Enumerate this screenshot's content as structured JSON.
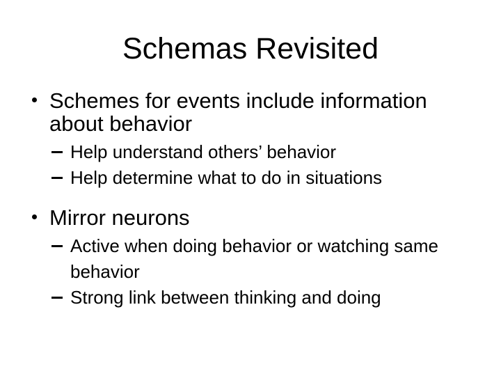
{
  "slide": {
    "title": "Schemas Revisited",
    "background_color": "#ffffff",
    "text_color": "#000000",
    "bullet_glyph": "•",
    "sub_bullet_glyph": "–",
    "groups": [
      {
        "bullet": "Schemes for events include information about behavior",
        "sub_bullets": [
          "Help understand others’ behavior",
          "Help determine what to do in situations"
        ]
      },
      {
        "bullet": "Mirror neurons",
        "sub_bullets": [
          "Active when doing behavior or watching same behavior",
          "Strong link between thinking and doing"
        ]
      }
    ]
  }
}
